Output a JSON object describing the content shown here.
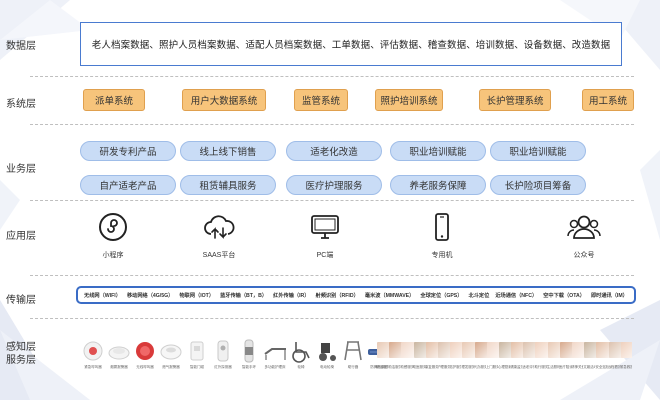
{
  "layers": {
    "data": "数据层",
    "system": "系统层",
    "business": "业务层",
    "application": "应用层",
    "transport": "传输层",
    "perception_line1": "感知层",
    "perception_line2": "服务层"
  },
  "data_layer": {
    "text": "老人档案数据、照护人员档案数据、适配人员档案数据、工单数据、评估数据、稽查数据、培训数据、设备数据、改造数据"
  },
  "system_layer": {
    "items": [
      "派单系统",
      "用户大数据系统",
      "监管系统",
      "照护培训系统",
      "长护管理系统",
      "用工系统"
    ]
  },
  "business_layer": {
    "row1": [
      "研发专利产品",
      "线上线下销售",
      "适老化改造",
      "职业培训赋能",
      "职业培训赋能"
    ],
    "row2": [
      "自产适老产品",
      "租赁辅具服务",
      "医疗护理服务",
      "养老服务保障",
      "长护险项目筹备"
    ]
  },
  "application_layer": {
    "items": [
      {
        "label": "小程序",
        "icon": "mini-program-icon"
      },
      {
        "label": "SAAS平台",
        "icon": "cloud-saas-icon"
      },
      {
        "label": "PC端",
        "icon": "monitor-icon"
      },
      {
        "label": "专用机",
        "icon": "smartphone-icon"
      },
      {
        "label": "公众号",
        "icon": "users-icon"
      }
    ]
  },
  "transport_layer": {
    "items": [
      "无线网（WIFI）",
      "移动网络（4G/5G）",
      "物联网（IOT）",
      "蓝牙传输（BT，B）",
      "红外传输（IR）",
      "射频识别（RFID）",
      "毫米波（MMWAVE）",
      "全球定位（GPS）",
      "北斗定位",
      "近场通信（NFC）",
      "空中下载（OTA）",
      "即时通讯（IM）"
    ]
  },
  "perception_layer": {
    "devices": [
      {
        "label": "紧急呼叫器",
        "icon": "emergency-button-icon"
      },
      {
        "label": "烟雾报警器",
        "icon": "smoke-detector-icon"
      },
      {
        "label": "无线呼叫器",
        "icon": "red-call-button-icon"
      },
      {
        "label": "燃气报警器",
        "icon": "gas-detector-icon"
      },
      {
        "label": "智能门磁",
        "icon": "door-sensor-icon"
      },
      {
        "label": "红外探测器",
        "icon": "infrared-detector-icon"
      },
      {
        "label": "智能手环",
        "icon": "smart-band-icon"
      },
      {
        "label": "多功能护理床",
        "icon": "nursing-bed-icon"
      },
      {
        "label": "轮椅",
        "icon": "wheelchair-icon"
      },
      {
        "label": "电动轮椅",
        "icon": "electric-wheelchair-icon"
      },
      {
        "label": "助行器",
        "icon": "walker-icon"
      },
      {
        "label": "防褥疮床垫",
        "icon": "mattress-icon"
      }
    ],
    "services": [
      "助浴服务",
      "助洁服务",
      "助餐服务",
      "助医服务",
      "康复服务",
      "护理服务",
      "陪护服务",
      "理发服务",
      "代办服务",
      "上门服务",
      "心理慰藉",
      "健康监测",
      "适老评估",
      "助行服务",
      "生活照料",
      "医疗陪诊",
      "精神关爱",
      "文娱活动",
      "安全巡检",
      "远程看护",
      "紧急救援"
    ]
  },
  "colors": {
    "system_fill": "#f7c47b",
    "business_fill": "#c9dcf6",
    "border_blue": "#3a6cc6"
  }
}
